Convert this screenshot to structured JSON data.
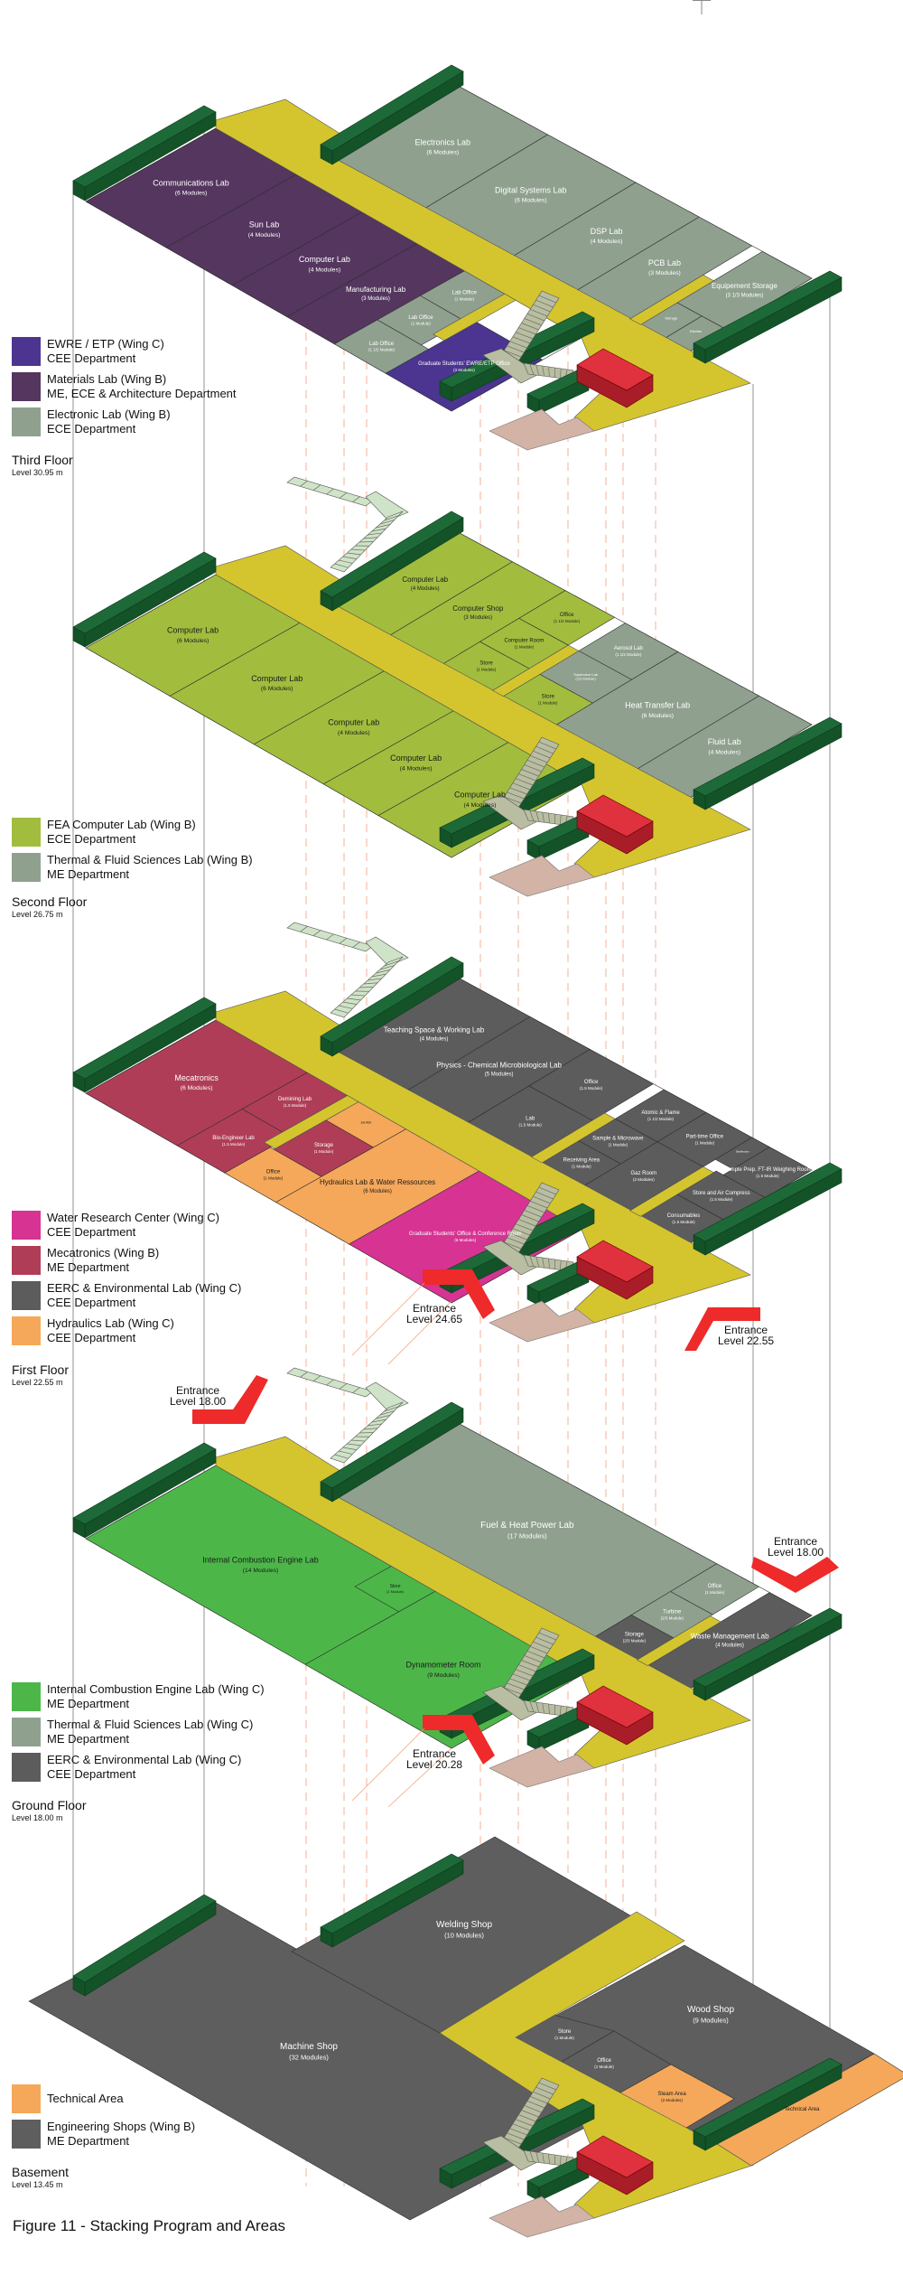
{
  "figure_caption": "Figure 11 - Stacking Program and Areas",
  "floors": [
    {
      "title": "Third Floor",
      "level": "Level 30.95 m",
      "legend": [
        {
          "label": "EWRE / ETP (Wing C)",
          "dept": "CEE Department",
          "color": "#4b3590"
        },
        {
          "label": "Materials Lab (Wing B)",
          "dept": "ME, ECE & Architecture Department",
          "color": "#54365f"
        },
        {
          "label": "Electronic Lab (Wing B)",
          "dept": "ECE Department",
          "color": "#8fa08f"
        }
      ],
      "rooms": [
        {
          "name": "Communications Lab",
          "size": "(6 Modules)"
        },
        {
          "name": "Sun Lab",
          "size": "(4 Modules)"
        },
        {
          "name": "Computer Lab",
          "size": "(4 Modules)"
        },
        {
          "name": "Manufacturing Lab",
          "size": "(3 Modules)"
        },
        {
          "name": "Lab Office",
          "size": "(1 Module)"
        },
        {
          "name": "Lab Office",
          "size": "(1 Module)"
        },
        {
          "name": "Lab Office",
          "size": "(1 1/2 Module)"
        },
        {
          "name": "Graduate Students' EWRE/ETP Office",
          "size": "(3 Modules)"
        },
        {
          "name": "Electronics Lab",
          "size": "(6 Modules)"
        },
        {
          "name": "Digital Systems Lab",
          "size": "(6 Modules)"
        },
        {
          "name": "DSP Lab",
          "size": "(4 Modules)"
        },
        {
          "name": "PCB Lab",
          "size": "(3 Modules)"
        },
        {
          "name": "Equipement Storage",
          "size": "(3 1/3 Modules)"
        },
        {
          "name": "Storage",
          "size": ""
        },
        {
          "name": "Kitchen",
          "size": ""
        }
      ]
    },
    {
      "title": "Second Floor",
      "level": "Level 26.75 m",
      "legend": [
        {
          "label": "FEA Computer Lab (Wing B)",
          "dept": "ECE Department",
          "color": "#a2bd3e"
        },
        {
          "label": "Thermal & Fluid Sciences Lab (Wing B)",
          "dept": "ME Department",
          "color": "#8fa08f"
        }
      ],
      "rooms": [
        {
          "name": "Computer Lab",
          "size": "(6 Modules)"
        },
        {
          "name": "Computer Lab",
          "size": "(6 Modules)"
        },
        {
          "name": "Computer Lab",
          "size": "(4 Modules)"
        },
        {
          "name": "Computer Lab",
          "size": "(4 Modules)"
        },
        {
          "name": "Computer Lab",
          "size": "(4 Modules)"
        },
        {
          "name": "Computer Lab",
          "size": "(4 Modules)"
        },
        {
          "name": "Computer Shop",
          "size": "(3 Modules)"
        },
        {
          "name": "Office",
          "size": "(1 1/2 Module)"
        },
        {
          "name": "Computer Room",
          "size": "(1 Module)"
        },
        {
          "name": "Store",
          "size": "(1 Module)"
        },
        {
          "name": "Aerosol Lab",
          "size": "(1 1/2 Module)"
        },
        {
          "name": "Supervisor Lab",
          "size": "(1/2 Module)"
        },
        {
          "name": "Store",
          "size": "(1 Module)"
        },
        {
          "name": "Heat Transfer Lab",
          "size": "(6 Modules)"
        },
        {
          "name": "Fluid Lab",
          "size": "(4 Modules)"
        }
      ]
    },
    {
      "title": "First Floor",
      "level": "Level 22.55 m",
      "legend": [
        {
          "label": "Water Research Center (Wing C)",
          "dept": "CEE Department",
          "color": "#d63393"
        },
        {
          "label": "Mecatronics (Wing B)",
          "dept": "ME Department",
          "color": "#b03d57"
        },
        {
          "label": "EERC & Environmental Lab (Wing C)",
          "dept": "CEE Department",
          "color": "#5c5c5c"
        },
        {
          "label": "Hydraulics Lab (Wing C)",
          "dept": "CEE Department",
          "color": "#f5a85a"
        }
      ],
      "rooms": [
        {
          "name": "Mecatronics",
          "size": "(6 Modules)"
        },
        {
          "name": "Demining Lab",
          "size": "(1.5 Module)"
        },
        {
          "name": "Bio-Engineer Lab",
          "size": "(1.5 Module)"
        },
        {
          "name": "Office",
          "size": "(1 Module)"
        },
        {
          "name": "Storage",
          "size": "(1 Module)"
        },
        {
          "name": "Janitor",
          "size": ""
        },
        {
          "name": "Hydraulics Lab & Water Ressources",
          "size": "(6 Modules)"
        },
        {
          "name": "Graduate Students' Office & Conference Room",
          "size": "(6 Modules)"
        },
        {
          "name": "Teaching Space & Working Lab",
          "size": "(4 Modules)"
        },
        {
          "name": "Physics - Chemical Microbiological Lab",
          "size": "(5 Modules)"
        },
        {
          "name": "Office",
          "size": "(1.5 Module)"
        },
        {
          "name": "Lab",
          "size": "(1.5 Module)"
        },
        {
          "name": "Atomic & Flame",
          "size": "(1 1/2 Module)"
        },
        {
          "name": "Sample & Microwave",
          "size": "(1 Module)"
        },
        {
          "name": "Receiving Area",
          "size": "(1 Module)"
        },
        {
          "name": "Part-time Office",
          "size": "(1 Module)"
        },
        {
          "name": "Gaz Room",
          "size": "(2 Modules)"
        },
        {
          "name": "Distribution",
          "size": ""
        },
        {
          "name": "Sample Prep. FT-IR Weighing Room",
          "size": "(1.5 Module)"
        },
        {
          "name": "Store and Air Compress",
          "size": "(1.5 Module)"
        },
        {
          "name": "Consumables",
          "size": "(1.5 Module)"
        }
      ]
    },
    {
      "title": "Ground Floor",
      "level": "Level 18.00 m",
      "legend": [
        {
          "label": "Internal Combustion Engine Lab (Wing C)",
          "dept": "ME Department",
          "color": "#4cb748"
        },
        {
          "label": "Thermal & Fluid Sciences Lab (Wing C)",
          "dept": "ME Department",
          "color": "#8fa08f"
        },
        {
          "label": "EERC & Environmental Lab (Wing C)",
          "dept": "CEE Department",
          "color": "#5c5c5c"
        }
      ],
      "rooms": [
        {
          "name": "Internal Combustion Engine Lab",
          "size": "(14 Modules)"
        },
        {
          "name": "Store",
          "size": "(1 Module)"
        },
        {
          "name": "Dynamometer Room",
          "size": "(9 Modules)"
        },
        {
          "name": "Fuel & Heat Power Lab",
          "size": "(17 Modules)"
        },
        {
          "name": "Office",
          "size": "(1 Module)"
        },
        {
          "name": "Turbine",
          "size": "(2/3 Module)"
        },
        {
          "name": "Storage",
          "size": "(2/3 Module)"
        },
        {
          "name": "Waste Management Lab",
          "size": "(4 Modules)"
        }
      ]
    },
    {
      "title": "Basement",
      "level": "Level 13.45 m",
      "legend": [
        {
          "label": "Technical Area",
          "dept": "",
          "color": "#f5a85a"
        },
        {
          "label": "Engineering Shops (Wing B)",
          "dept": "ME Department",
          "color": "#5e5e5e"
        }
      ],
      "rooms": [
        {
          "name": "Machine Shop",
          "size": "(32 Modules)"
        },
        {
          "name": "Welding Shop",
          "size": "(10 Modules)"
        },
        {
          "name": "Wood Shop",
          "size": "(9 Modules)"
        },
        {
          "name": "Store",
          "size": "(1 Module)"
        },
        {
          "name": "Office",
          "size": "(1 Module)"
        },
        {
          "name": "Steam Area",
          "size": "(2 Modules)"
        },
        {
          "name": "Technical Area",
          "size": ""
        }
      ]
    }
  ],
  "entrances": [
    {
      "label": "Entrance",
      "level": "Level 24.65"
    },
    {
      "label": "Entrance",
      "level": "Level 22.55"
    },
    {
      "label": "Entrance",
      "level": "Level 18.00"
    },
    {
      "label": "Entrance",
      "level": "Level 18.00"
    },
    {
      "label": "Entrance",
      "level": "Level 20.28"
    }
  ],
  "colors": {
    "corridor": "#d4c52e",
    "wall_top": "#1d6a38",
    "wall_side": "#145228",
    "core_red": "#e0313f",
    "core_red_dark": "#a81d27",
    "core_pink": "#d3b3a6",
    "stair": "#b9bea2",
    "stair_upper": "#cfe3c8",
    "entrance_arrow": "#ee2a2a",
    "guide_dash": "#f4a07a"
  }
}
